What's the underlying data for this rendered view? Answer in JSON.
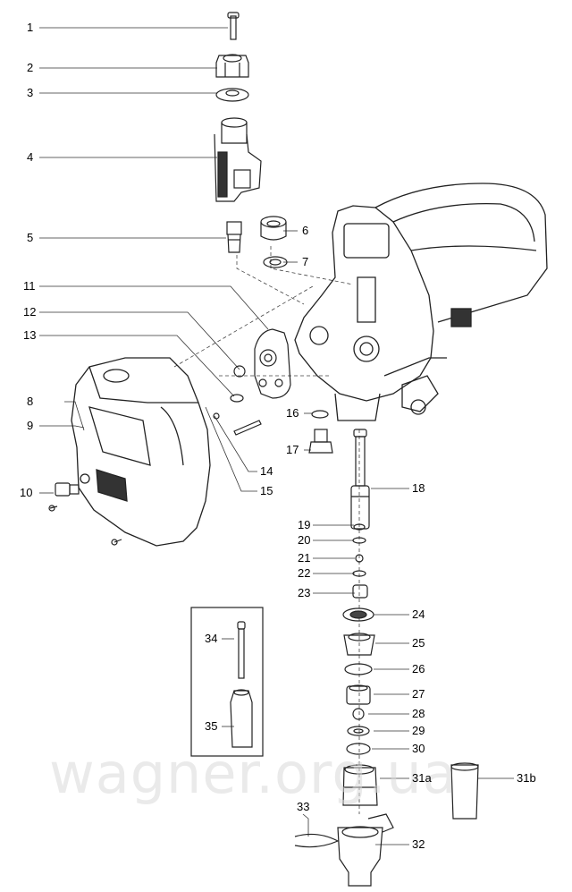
{
  "labels": {
    "l1": "1",
    "l2": "2",
    "l3": "3",
    "l4": "4",
    "l5": "5",
    "l6": "6",
    "l7": "7",
    "l8": "8",
    "l9": "9",
    "l10": "10",
    "l11": "11",
    "l12": "12",
    "l13": "13",
    "l14": "14",
    "l15": "15",
    "l16": "16",
    "l17": "17",
    "l18": "18",
    "l19": "19",
    "l20": "20",
    "l21": "21",
    "l22": "22",
    "l23": "23",
    "l24": "24",
    "l25": "25",
    "l26": "26",
    "l27": "27",
    "l28": "28",
    "l29": "29",
    "l30": "30",
    "l31a": "31a",
    "l31b": "31b",
    "l32": "32",
    "l33": "33",
    "l34": "34",
    "l35": "35"
  },
  "watermark": "wagner.org.ua"
}
